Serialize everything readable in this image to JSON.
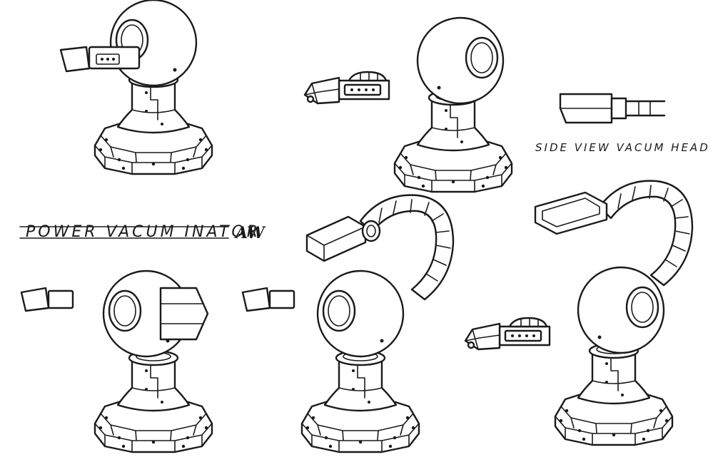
{
  "sheet": {
    "title": "POWER VACUM INATOR",
    "side_view_label": "SIDE VIEW VACUM HEAD",
    "signature": "AW"
  },
  "icons": {
    "turret": "vacuum-turret-icon",
    "hose": "vacuum-hose-icon",
    "nozzle": "vacuum-nozzle-icon"
  }
}
